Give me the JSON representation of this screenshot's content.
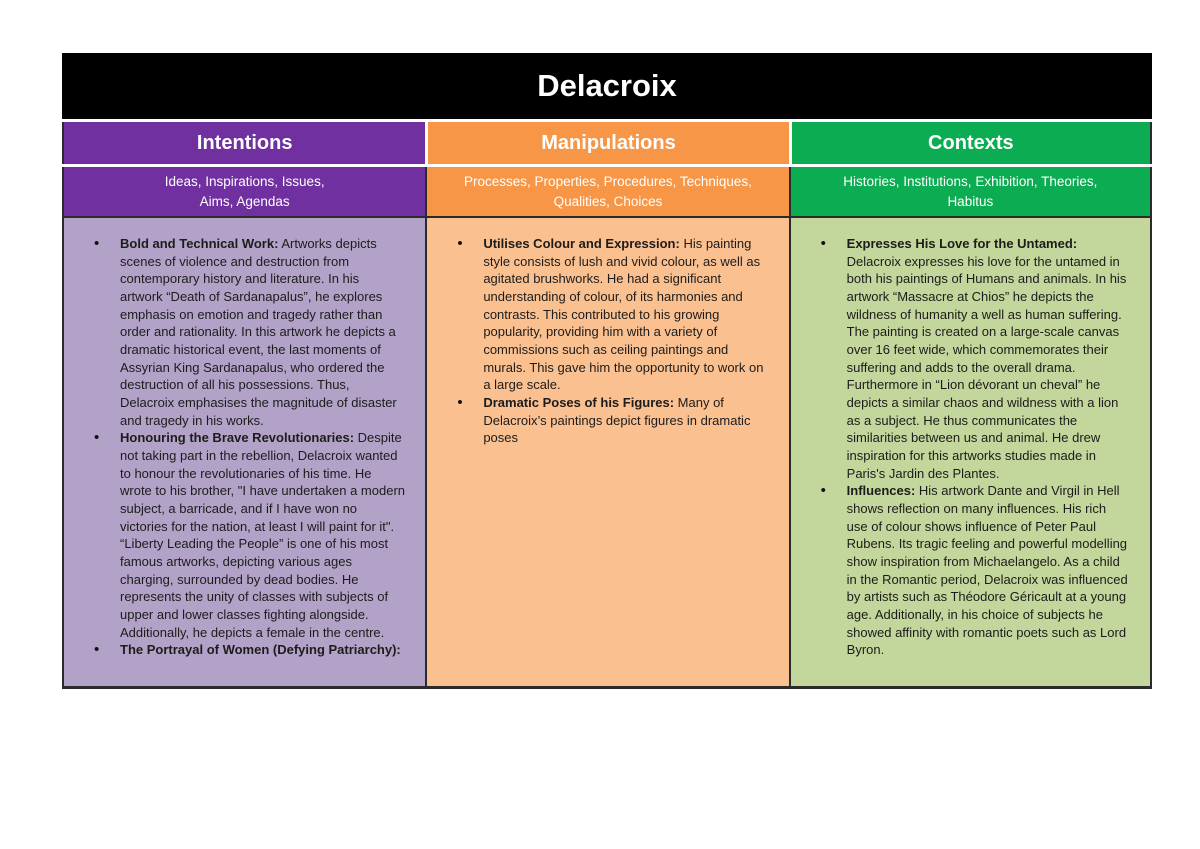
{
  "title": "Delacroix",
  "title_bar": {
    "bg": "#000000",
    "text_color": "#FFFFFF"
  },
  "columns": [
    {
      "header": "Intentions",
      "header_color": "#7030A0",
      "body_color": "#B2A2C7",
      "subheader_line1": "Ideas, Inspirations, Issues,",
      "subheader_line2": "Aims, Agendas",
      "bullets": [
        {
          "lead": "Bold and Technical Work:",
          "text": " Artworks depicts scenes of violence and destruction from contemporary history and literature. In his artwork “Death of Sardanapalus”, he explores emphasis on emotion and tragedy rather than order and rationality. In this artwork he depicts a dramatic historical event, the last moments of Assyrian King Sardanapalus, who ordered the destruction of all his possessions. Thus, Delacroix emphasises the magnitude of disaster and tragedy in his works."
        },
        {
          "lead": "Honouring the Brave Revolutionaries:",
          "text": " Despite not taking part in the rebellion, Delacroix wanted to honour the revolutionaries of his time. He wrote to his brother, \"I have undertaken a modern subject, a barricade, and if I have won no victories for the nation, at least I will paint for it\". “Liberty Leading the People” is one of his most famous artworks, depicting various ages charging, surrounded by dead bodies. He represents the unity of classes with subjects of upper and lower classes fighting alongside. Additionally, he depicts a female in the centre."
        },
        {
          "lead": "The Portrayal of Women (Defying Patriarchy):",
          "text": ""
        }
      ]
    },
    {
      "header": "Manipulations",
      "header_color": "#F79646",
      "body_color": "#FAC090",
      "subheader_line1": "Processes, Properties, Procedures, Techniques,",
      "subheader_line2": "Qualities, Choices",
      "bullets": [
        {
          "lead": "Utilises Colour and Expression:",
          "text": " His painting style consists of lush and vivid colour, as well as agitated brushworks. He had a significant understanding of colour, of its harmonies and contrasts. This contributed to his growing popularity, providing him with a variety of commissions such as ceiling paintings and murals. This gave him the opportunity to work on a large scale."
        },
        {
          "lead": "Dramatic Poses of his Figures:",
          "text": " Many of Delacroix’s paintings depict figures in dramatic poses"
        }
      ]
    },
    {
      "header": "Contexts",
      "header_color": "#0CAC52",
      "body_color": "#C3D69B",
      "subheader_line1": "Histories, Institutions, Exhibition, Theories,",
      "subheader_line2": "Habitus",
      "bullets": [
        {
          "lead": "Expresses His Love for the Untamed:",
          "text": " Delacroix expresses his love for the untamed in both his paintings of Humans and animals. In his artwork “Massacre at Chios” he depicts the wildness of humanity a well as human suffering. The painting is created on a large-scale canvas over 16 feet wide, which commemorates their suffering and adds to the overall drama. Furthermore in “Lion dévorant un cheval” he depicts a similar chaos and wildness with a lion as a subject. He thus communicates the similarities between us and animal. He drew inspiration for this artworks studies made in Paris's Jardin des Plantes."
        },
        {
          "lead": "Influences:",
          "text": " His artwork Dante and Virgil in Hell shows reflection on many influences. His rich use of colour shows influence of Peter Paul Rubens. Its tragic feeling and powerful modelling show inspiration from Michaelangelo. As a child in the Romantic period, Delacroix was influenced by artists such as Théodore Géricault at a young age. Additionally, in his choice of subjects he showed affinity with romantic poets such as Lord Byron."
        }
      ]
    }
  ]
}
